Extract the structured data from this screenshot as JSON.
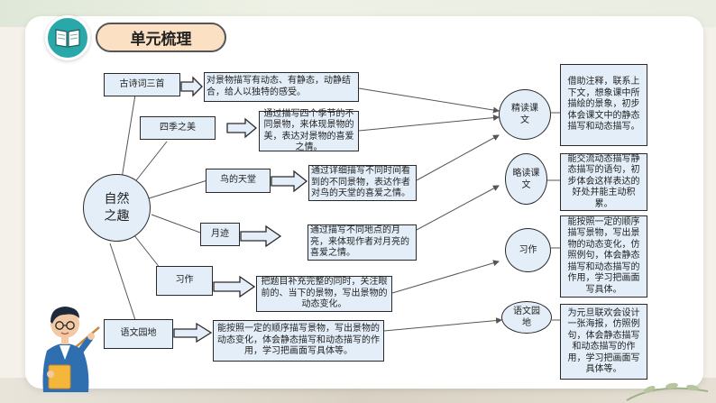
{
  "header": {
    "title": "单元梳理"
  },
  "center_node": {
    "label": "自然之趣"
  },
  "lessons": [
    {
      "label": "古诗词三首",
      "desc": "对景物描写有动态、有静态，动静结合，给人以独特的感受。"
    },
    {
      "label": "四季之美",
      "desc": "通过描写四个季节的不同景物，来体现景物的美，表达对景物的喜爱之情。"
    },
    {
      "label": "鸟的天堂",
      "desc": "通过详细描写不同时间看到的不同景物，表达作者对鸟的天堂的喜爱之情。"
    },
    {
      "label": "月迹",
      "desc": "通过描写不同地点的月亮，来体现作者对月亮的喜爱之情。"
    },
    {
      "label": "习作",
      "desc": "把题目补充完整的同时，关注眼前的、当下的景物，写出景物的动态变化。"
    },
    {
      "label": "语文园地",
      "desc": "能按照一定的顺序描写景物，写出景物的动态变化，体会静态描写和动态描写的作用，学习把画面写具体等。"
    }
  ],
  "categories": [
    {
      "label": "精读课文",
      "desc": "借助注释，联系上下文，想象课中所描绘的景象，初步体会课文中的静态描写和动态描写。"
    },
    {
      "label": "略读课文",
      "desc": "能交流动态描写静态描写的语句，初步体会这样表达的好处并能主动积累。"
    },
    {
      "label": "习作",
      "desc": "能按照一定的顺序描写景物，写出景物的动态变化，仿照例句，体会静态描写和动态描写的作用，学习把画面写具体。"
    },
    {
      "label": "语文园地",
      "desc": "为元旦联欢会设计一张海报，仿照例句，体会静态描写和动态描写的作用，学习把画面写具体等。"
    }
  ],
  "colors": {
    "box_fill": "#e3eef8",
    "title_fill": "#fbe0c4",
    "badge": "#2aa7a9",
    "border": "#2a2a2a"
  },
  "icons": [
    "book-icon",
    "teacher-figure-icon"
  ]
}
